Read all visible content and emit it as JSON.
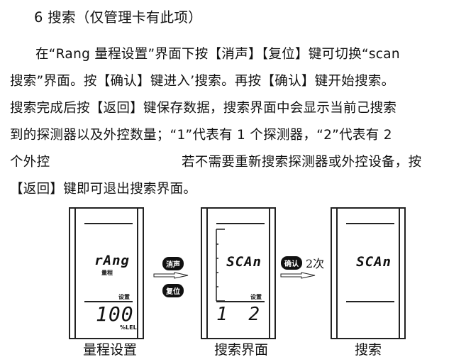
{
  "heading": "6 搜索（仅管理卡有此项）",
  "paragraph": {
    "lines": [
      "在“Rang 量程设置”界面下按【消声】【复位】键可切换“scan",
      "搜索”界面。按【确认】键进入’搜索。再按【确认】键开始搜索。",
      "搜索完成后按【返回】键保存数据，搜索界面中会显示当前己搜索",
      "到的探测器以及外控数量；“1”代表有 1 个探测器，“2”代表有 2",
      "个外控",
      "若不需要重新搜索探测器或外控设备，按",
      "【返回】键即可退出搜索界面。"
    ]
  },
  "figure": {
    "panel1": {
      "display": "rAng",
      "sub": "量程",
      "setting": "设置",
      "value": "100",
      "unit": "%LEL",
      "caption": "量程设置"
    },
    "panel2": {
      "display": "SCAn",
      "setting": "设置",
      "left": "1",
      "right": "2",
      "caption": "搜索界面"
    },
    "panel3": {
      "display": "SCAn",
      "caption": "搜索"
    },
    "btn_mute": "消声",
    "btn_reset": "复位",
    "btn_confirm": "确认",
    "times": "2次"
  }
}
